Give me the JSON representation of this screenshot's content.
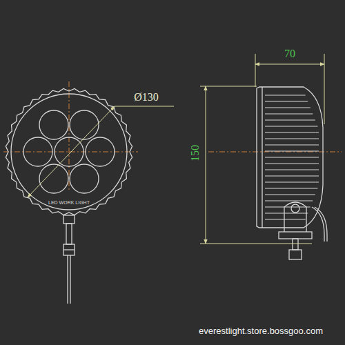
{
  "diagram": {
    "labels": [
      "Ø130",
      "70",
      "150",
      "LED WORK LIGHT",
      "everestlight.store.bossgoo.com"
    ]
  }
}
